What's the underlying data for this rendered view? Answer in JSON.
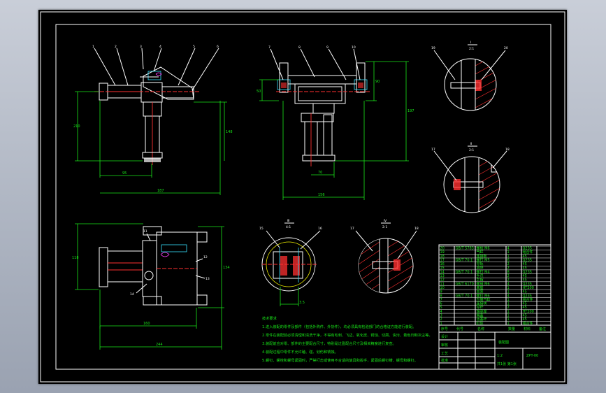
{
  "views": {
    "detail_a": {
      "label": "Ⅰ",
      "scale": "2:1"
    },
    "detail_b": {
      "label": "Ⅱ",
      "scale": "2:1"
    },
    "detail_c": {
      "label": "Ⅲ",
      "scale": "4:1"
    },
    "detail_d": {
      "label": "Ⅳ",
      "scale": "2:1"
    }
  },
  "leader_labels": [
    "1",
    "2",
    "3",
    "4",
    "5",
    "6",
    "7",
    "8",
    "9",
    "10",
    "11",
    "12",
    "13",
    "14",
    "15",
    "16",
    "17",
    "18",
    "19",
    "20"
  ],
  "dimensions": {
    "front_height": "210",
    "front_width_top": "95",
    "front_width": "187",
    "front_right": "148",
    "side_left": "50",
    "side_right": "90",
    "side_total": "197",
    "side_bottom": "70",
    "side_width": "156",
    "top_left": "118",
    "top_right": "134",
    "top_lower": "160",
    "top_total": "244",
    "detail_c_dim": "3.5"
  },
  "tech_notes": {
    "title": "技术要求",
    "lines": [
      "1.进入装配的零件及部件（包括外购件、外协件），均必须具有检验部门的合格证方能进行装配。",
      "2.零件在装配前必须清理和清洗干净，不得有毛刺、飞边、氧化皮、锈蚀、切屑、油污、着色剂和灰尘等。",
      "3.装配前应对零、部件的主要配合尺寸，特别是过盈配合尺寸及相关精度进行复查。",
      "4.装配过程中零件不允许磕、碰、划伤和锈蚀。",
      "5.螺钉、螺栓和螺母紧固时，严禁打击或使用不合适的旋具和扳手，紧固后螺钉槽、螺母和螺钉。"
    ]
  },
  "title_block": {
    "name": "装配图",
    "drawing_no": "ZPT-00",
    "header_cols": [
      "序号",
      "代号",
      "名称",
      "数量",
      "材料",
      "备注"
    ],
    "parts": [
      [
        "20",
        "GB/T 5783",
        "螺栓 M6",
        "4",
        "Q235",
        ""
      ],
      [
        "19",
        "",
        "气缸",
        "1",
        "组合件",
        ""
      ],
      [
        "18",
        "",
        "连接板",
        "1",
        "45",
        ""
      ],
      [
        "17",
        "GB/T 70.1",
        "螺钉 M5",
        "6",
        "Q235",
        ""
      ],
      [
        "16",
        "",
        "导轨",
        "2",
        "45",
        ""
      ],
      [
        "15",
        "",
        "滑块",
        "2",
        "45",
        ""
      ],
      [
        "14",
        "GB/T 70.1",
        "螺钉 M4",
        "8",
        "Q235",
        ""
      ],
      [
        "13",
        "",
        "手爪",
        "2",
        "45",
        ""
      ],
      [
        "12",
        "",
        "手指",
        "2",
        "45",
        ""
      ],
      [
        "11",
        "GB/T 6170",
        "螺母 M6",
        "4",
        "Q235",
        ""
      ],
      [
        "10",
        "",
        "底座",
        "1",
        "HT200",
        ""
      ],
      [
        "9",
        "",
        "支架",
        "1",
        "45",
        ""
      ],
      [
        "8",
        "GB/T 70.1",
        "螺钉 M6",
        "4",
        "Q235",
        ""
      ],
      [
        "7",
        "",
        "升降气缸",
        "1",
        "组合件",
        ""
      ],
      [
        "6",
        "",
        "连接块",
        "1",
        "45",
        ""
      ],
      [
        "5",
        "",
        "导杆",
        "2",
        "45",
        ""
      ],
      [
        "4",
        "",
        "轴承座",
        "1",
        "HT200",
        ""
      ],
      [
        "3",
        "",
        "端盖",
        "1",
        "45",
        ""
      ],
      [
        "2",
        "",
        "活塞杆",
        "1",
        "45",
        ""
      ],
      [
        "1",
        "",
        "缸体",
        "1",
        "组合件",
        ""
      ]
    ],
    "sign_rows": [
      "设计",
      "审核",
      "工艺",
      "批准"
    ],
    "scale": "1:2",
    "sheet": "共1张 第1张"
  }
}
